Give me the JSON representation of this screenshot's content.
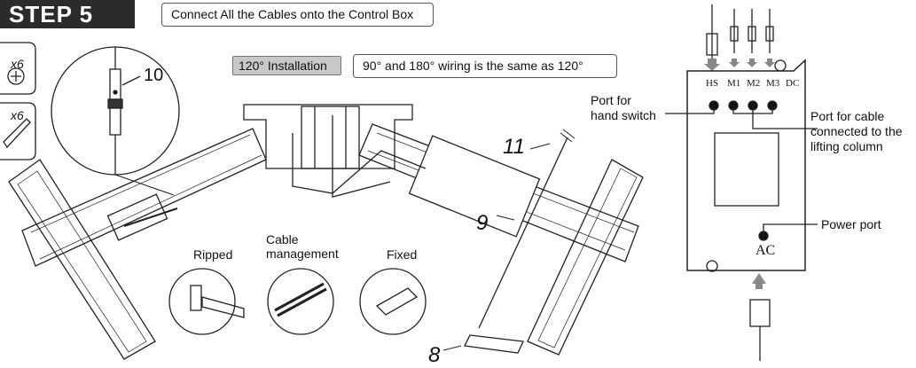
{
  "step": {
    "label": "STEP 5"
  },
  "instruction": "Connect All the Cables onto the Control Box",
  "installation_badge": "120° Installation",
  "wiring_note": "90° and 180° wiring is the same as 120°",
  "parts": {
    "qty_top": "x6",
    "qty_bottom": "x6",
    "connector_number": "10",
    "cable_number": "11",
    "control_box_number": "9",
    "hand_switch_number": "8"
  },
  "cable_clips": {
    "ripped": "Ripped",
    "management": "Cable\nmanagement",
    "fixed": "Fixed"
  },
  "control_box": {
    "ports": [
      "HS",
      "M1",
      "M2",
      "M3",
      "DC"
    ],
    "ac_label": "AC"
  },
  "callouts": {
    "hand_switch_port": "Port for\nhand switch",
    "lifting_column_port": "Port for cable\nconnected to the\nlifting column",
    "power_port": "Power port"
  }
}
